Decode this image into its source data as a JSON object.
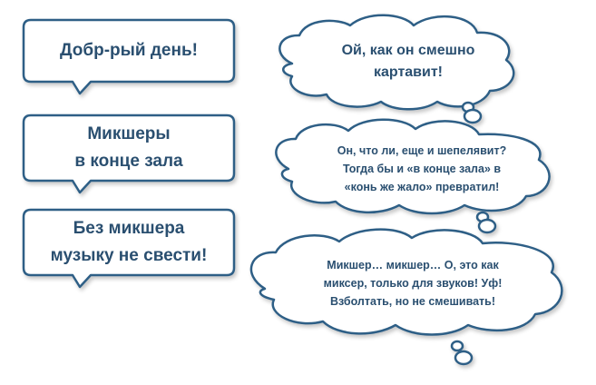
{
  "speech_bubbles": [
    {
      "lines": [
        "Добр-рый день!"
      ]
    },
    {
      "lines": [
        "Микшеры",
        "в конце зала"
      ]
    },
    {
      "lines": [
        "Без микшера",
        "музыку не свести!"
      ]
    }
  ],
  "thought_bubbles": [
    {
      "lines": [
        "Ой, как он смешно",
        "картавит!"
      ]
    },
    {
      "lines": [
        "Он, что ли, еще и шепелявит?",
        "Тогда бы и «в конце зала» в",
        "«конь же жало» превратил!"
      ]
    },
    {
      "lines": [
        "Микшер… микшер… О, это как",
        "миксер, только для звуков! Уф!",
        "Взболтать, но не смешивать!"
      ]
    }
  ],
  "colors": {
    "outline": "#2f5f86",
    "text": "#2a4f70",
    "fill": "#ffffff"
  }
}
